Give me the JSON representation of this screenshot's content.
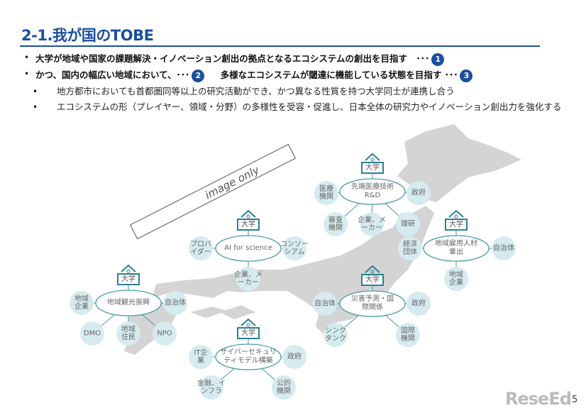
{
  "title": "2-1.我が国のTOBE",
  "bullets": [
    {
      "text": "大学が地域や国家の課題解決・イノベーション創出の拠点となるエコシステムの創出を目指す　･･･",
      "badge": "1"
    },
    {
      "text": "かつ、国内の幅広い地域において、･･･",
      "badge": "2",
      "text2": "多様なエコシステムが閾達に機能している状態を目指す ･･･",
      "badge2": "3"
    }
  ],
  "sub_bullets": [
    "地方都市においても首都圏同等以上の研究活動ができ、かつ異なる性質を持つ大学同士が連携し合う",
    "エコシステムの形（プレイヤー、領域・分野）の多様性を受容・促進し、日本全体の研究力やイノベーション創出力を強化する"
  ],
  "watermark": "image only",
  "university_label": "大学",
  "clusters": [
    {
      "center": "先端医療技術R&D",
      "partners": [
        "医療機関",
        "政府",
        "審査機関",
        "企業、メーカー",
        "理研"
      ]
    },
    {
      "center": "AI for science",
      "partners": [
        "プロバイダー",
        "コンソーシアム",
        "企業、メーカー"
      ]
    },
    {
      "center": "地域雇用人材輩出",
      "partners": [
        "経済団体",
        "自治体",
        "地域企業"
      ]
    },
    {
      "center": "地域観光振興",
      "partners": [
        "地域企業",
        "自治体",
        "DMO",
        "地域住民",
        "NPO"
      ]
    },
    {
      "center": "災害予測・国際関係",
      "partners": [
        "自治体",
        "政府",
        "シンクタンク",
        "国際機関"
      ]
    },
    {
      "center": "サイバーセキュリティモデル構築",
      "partners": [
        "IT企業",
        "政府",
        "金融、インフラ",
        "公的機関"
      ]
    }
  ],
  "colors": {
    "accent": "#1a4f9c",
    "teal": "#4a9aa5",
    "bubble": "#d6ebef",
    "map": "#d4d4d4"
  },
  "page_number": "5",
  "logo_text": "ReseEd"
}
